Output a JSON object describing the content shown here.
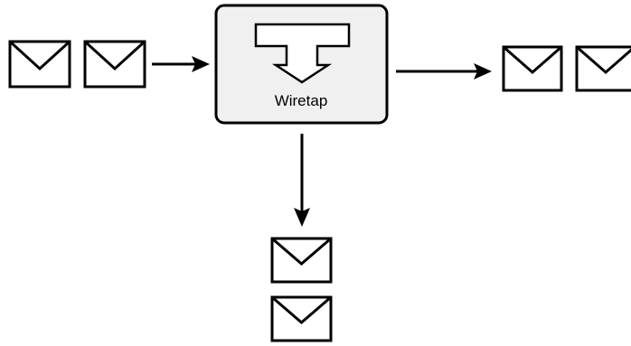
{
  "component": {
    "label": "Wiretap"
  },
  "colors": {
    "box_fill": "#f0f0f0",
    "stroke": "#000000",
    "background": "#ffffff"
  },
  "icons": {
    "message": "envelope-icon",
    "component": "wiretap-tee-icon"
  },
  "flows": [
    {
      "name": "input",
      "direction": "into-wiretap",
      "messages": 2
    },
    {
      "name": "output",
      "direction": "out-of-wiretap",
      "messages": 2
    },
    {
      "name": "tap",
      "direction": "down-from-wiretap",
      "messages": 2
    }
  ]
}
